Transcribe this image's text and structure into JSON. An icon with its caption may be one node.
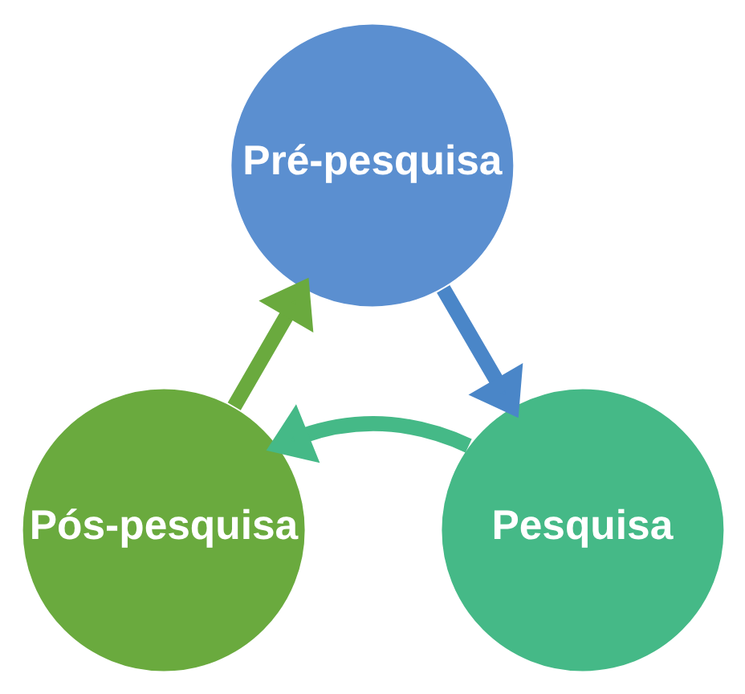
{
  "diagram": {
    "nodes": [
      {
        "text": [
          "Pré-pesquisa"
        ]
      },
      {
        "text": [
          "Pesquisa"
        ]
      },
      {
        "text": [
          "Pós-pesquisa"
        ]
      }
    ],
    "edges": [
      {
        "from": 0,
        "to": 1,
        "arrow": "to",
        "color": "#4a86c8"
      },
      {
        "from": 1,
        "to": 2,
        "arrow": "to",
        "color": "#45b987"
      },
      {
        "from": 2,
        "to": 0,
        "arrow": "to",
        "color": "#6aaa3e"
      }
    ]
  }
}
